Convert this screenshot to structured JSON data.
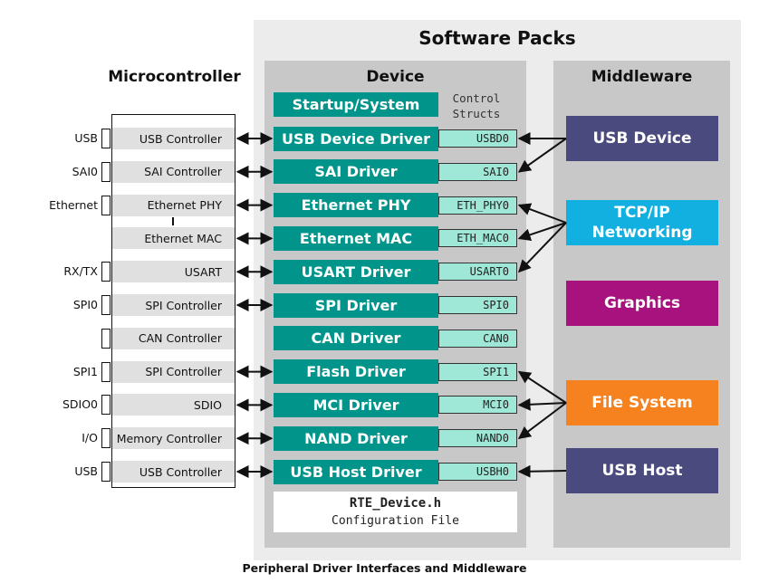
{
  "software_packs_title": "Software Packs",
  "microcontroller_title": "Microcontroller",
  "device_title": "Device",
  "middleware_title": "Middleware",
  "control_structs_label": "Control\nStructs",
  "startup_label": "Startup/System",
  "drivers": [
    {
      "label": "USB Device Driver",
      "struct": "USBD0"
    },
    {
      "label": "SAI Driver",
      "struct": "SAI0"
    },
    {
      "label": "Ethernet PHY",
      "struct": "ETH_PHY0"
    },
    {
      "label": "Ethernet MAC",
      "struct": "ETH_MAC0"
    },
    {
      "label": "USART Driver",
      "struct": "USART0"
    },
    {
      "label": "SPI Driver",
      "struct": "SPI0"
    },
    {
      "label": "CAN Driver",
      "struct": "CAN0"
    },
    {
      "label": "Flash Driver",
      "struct": "SPI1"
    },
    {
      "label": "MCI Driver",
      "struct": "MCI0"
    },
    {
      "label": "NAND Driver",
      "struct": "NAND0"
    },
    {
      "label": "USB Host Driver",
      "struct": "USBH0"
    }
  ],
  "mcu_rows": [
    {
      "label": "USB  Controller",
      "pin": "USB"
    },
    {
      "label": "SAI Controller",
      "pin": "SAI0"
    },
    {
      "label": "Ethernet  PHY",
      "pin": "Ethernet"
    },
    {
      "label": "Ethernet  MAC",
      "pin": ""
    },
    {
      "label": "USART",
      "pin": "RX/TX"
    },
    {
      "label": "SPI Controller",
      "pin": "SPI0"
    },
    {
      "label": "CAN Controller",
      "pin": ""
    },
    {
      "label": "SPI Controller",
      "pin": "SPI1"
    },
    {
      "label": "SDIO",
      "pin": "SDIO0"
    },
    {
      "label": "Memory Controller",
      "pin": "I/O"
    },
    {
      "label": "USB  Controller",
      "pin": "USB"
    }
  ],
  "middleware": [
    {
      "label": "USB Device",
      "color": "#4a4a7e"
    },
    {
      "label": "TCP/IP\nNetworking",
      "color": "#12b0e0"
    },
    {
      "label": "Graphics",
      "color": "#a8127e"
    },
    {
      "label": "File System",
      "color": "#f5821f"
    },
    {
      "label": "USB Host",
      "color": "#4a4a7e"
    }
  ],
  "rte_title": "RTE_Device.h",
  "rte_subtitle": "Configuration File",
  "caption": "Peripheral Driver Interfaces and Middleware"
}
